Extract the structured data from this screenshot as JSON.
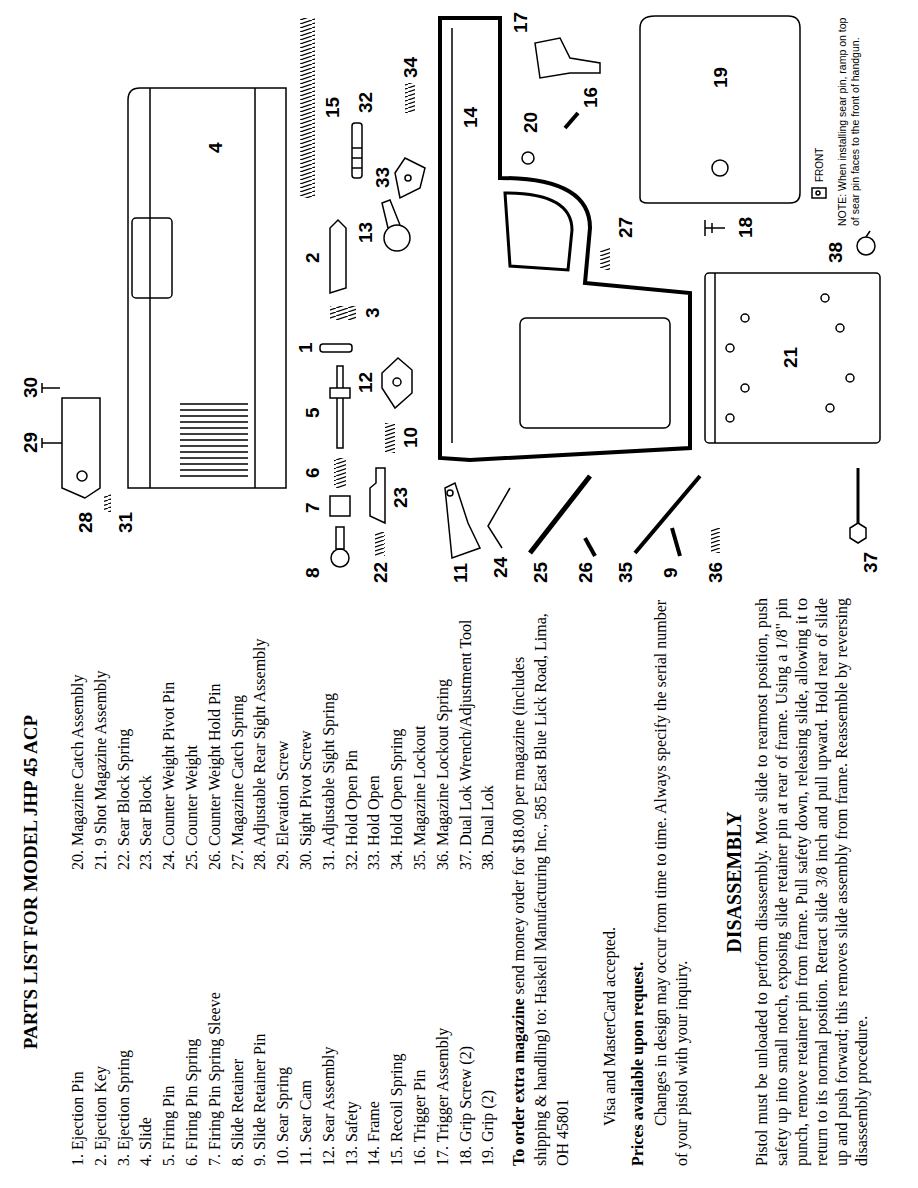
{
  "diagram": {
    "title": "PARTS LIST FOR MODEL JHP 45 ACP",
    "labels": [
      "1. Ejection Pin",
      "2. Ejection Key",
      "3. Ejection Spring",
      "4. Slide",
      "5. Firing Pin",
      "6. Firing Pin Spring",
      "7. Firing Pin Spring Sleeve",
      "8. Slide Retainer",
      "9. Slide Retainer Pin",
      "10. Sear Spring",
      "11. Sear Cam",
      "12. Sear Assembly",
      "13. Safety",
      "14. Frame",
      "15. Recoil Spring",
      "16. Trigger Pin",
      "17. Trigger Assembly",
      "18. Grip Screw (2)",
      "19. Grip (2)",
      "20. Magazine Catch Assembly",
      "21. 9 Shot Magazine Assembly",
      "22. Sear Block Spring",
      "23. Sear Block",
      "24. Counter Weight Pivot Pin",
      "25. Counter Weight",
      "26. Counter Weight Hold Pin",
      "27. Magazine Catch Spring",
      "28. Adjustable Rear Sight Assembly",
      "29. Elevation Screw",
      "30. Sight Pivot Screw",
      "31. Adjustable Sight Spring",
      "32. Hold Open Pin",
      "33. Hold Open",
      "34. Hold Open Spring",
      "35. Magazine Lockout",
      "36. Magazine Lockout Spring",
      "37. Dual Lok Wrench/Adjustment Tool",
      "38. Dual Lok",
      "To order extra magazine",
      "send money order for $18.00 per magazine (includes shipping & handling) to: Haskell Manufacturing Inc., 585 East Blue Lick Road, Lima, OH 45801",
      "Visa and MasterCard accepted.",
      "Prices available upon request.",
      "Changes in design may occur from time to time. Always specify the serial number of your pistol with your inquiry.",
      "DISASSEMBLY",
      "Pistol must be unloaded to perform disassembly. Move slide to rearmost position, push safety up into small notch, exposing slide retainer pin at rear of frame. Using a 1/8\" pin punch, remove retainer pin from frame. Pull safety down, releasing slide, allowing it to return to its normal position. Retract slide 3/8 inch and pull upward. Hold rear of slide up and push forward; this removes slide assembly from frame. Reassemble by reversing disassembly procedure.",
      "1",
      "2",
      "3",
      "4",
      "5",
      "6",
      "7",
      "8",
      "9",
      "10",
      "11",
      "12",
      "13",
      "14",
      "15",
      "16",
      "17",
      "18",
      "19",
      "20",
      "21",
      "22",
      "23",
      "24",
      "25",
      "26",
      "27",
      "28",
      "29",
      "30",
      "31",
      "32",
      "33",
      "34",
      "35",
      "36",
      "37",
      "38",
      "NOTE: When installing sear pin, ramp on top of sear pin faces to the front of handgun.",
      "FRONT"
    ]
  }
}
